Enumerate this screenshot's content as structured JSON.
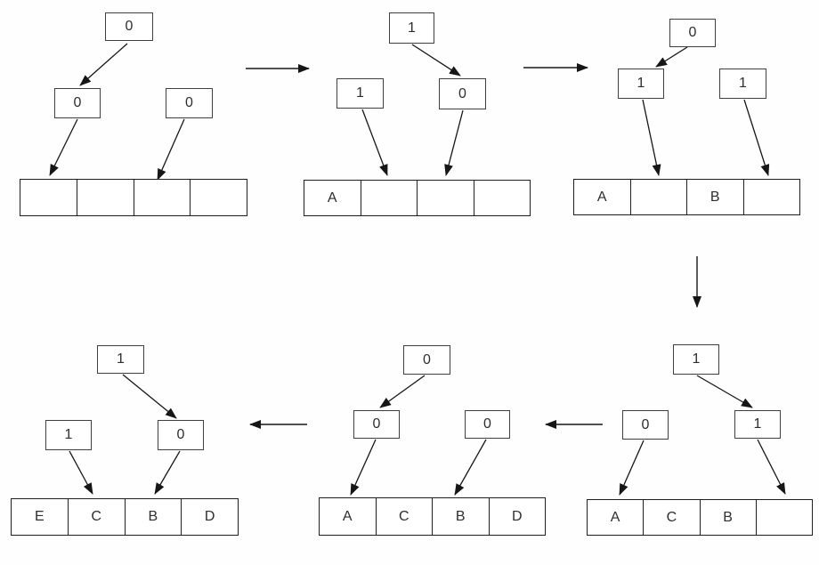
{
  "diagram": {
    "description_colors": {
      "background": "#fefefe",
      "node_border": "#3f3f3f",
      "array_border": "#1f1f1f",
      "arrow": "#161616",
      "text": "#2e2e2e"
    },
    "panels": [
      {
        "id": "step-1",
        "root": {
          "label": "0"
        },
        "left": {
          "label": "0"
        },
        "right": {
          "label": "0"
        },
        "cells": [
          "",
          "",
          "",
          ""
        ]
      },
      {
        "id": "step-2",
        "root": {
          "label": "1"
        },
        "left": {
          "label": "1"
        },
        "right": {
          "label": "0"
        },
        "cells": [
          "A",
          "",
          "",
          ""
        ]
      },
      {
        "id": "step-3",
        "root": {
          "label": "0"
        },
        "left": {
          "label": "1"
        },
        "right": {
          "label": "1"
        },
        "cells": [
          "A",
          "",
          "B",
          ""
        ]
      },
      {
        "id": "step-4",
        "root": {
          "label": "1"
        },
        "left": {
          "label": "0"
        },
        "right": {
          "label": "1"
        },
        "cells": [
          "A",
          "C",
          "B",
          ""
        ]
      },
      {
        "id": "step-5",
        "root": {
          "label": "0"
        },
        "left": {
          "label": "0"
        },
        "right": {
          "label": "0"
        },
        "cells": [
          "A",
          "C",
          "B",
          "D"
        ]
      },
      {
        "id": "step-6",
        "root": {
          "label": "1"
        },
        "left": {
          "label": "1"
        },
        "right": {
          "label": "0"
        },
        "cells": [
          "E",
          "C",
          "B",
          "D"
        ]
      }
    ]
  }
}
